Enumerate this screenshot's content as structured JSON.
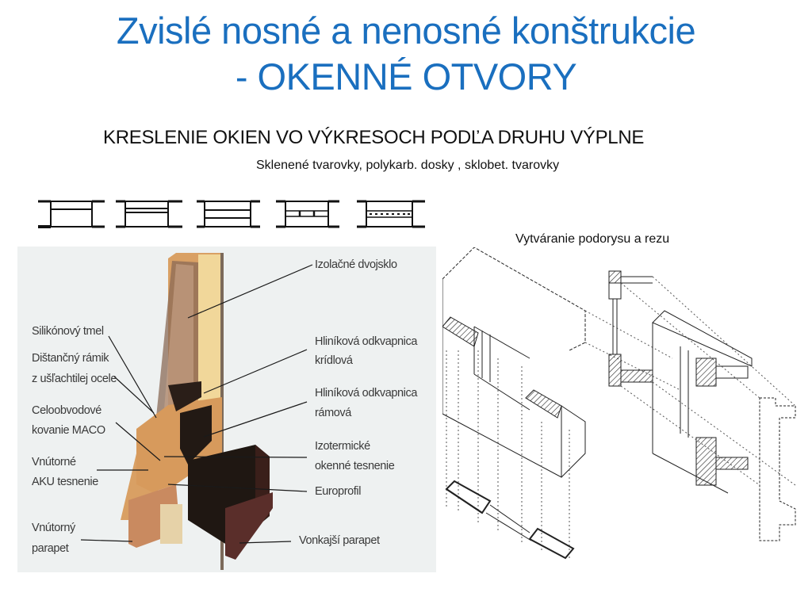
{
  "slide": {
    "title_line1": "Zvislé nosné a nenosné konštrukcie",
    "title_line2": "- OKENNÉ OTVORY",
    "subtitle": "KRESLENIE OKIEN VO VÝKRESOCH PODĽA DRUHU VÝPLNE",
    "fill_note": "Sklenené tvarovky, polykarb. dosky , sklobet. tvarovky",
    "title_color": "#1a6fbf"
  },
  "symbols": [
    {
      "name": "single-glazing-symbol",
      "inner_lines": 1
    },
    {
      "name": "double-glazing-symbol",
      "inner_lines": 2
    },
    {
      "name": "triple-glazing-symbol",
      "inner_lines": 3
    },
    {
      "name": "glass-block-symbol",
      "inner_lines": 0
    },
    {
      "name": "polycarbonate-symbol",
      "inner_lines": 0
    }
  ],
  "window_section_photo": {
    "labels_left": [
      "Silikónový tmel",
      "Dištančný rámik",
      "z ušľachtilej ocele",
      "Celoobvodové",
      "kovanie MACO",
      "Vnútorné",
      "AKU tesnenie",
      "Vnútorný",
      "parapet"
    ],
    "labels_right": [
      "Izolačné dvojsklo",
      "Hliníková odkvapnica",
      "krídlová",
      "Hliníková odkvapnica",
      "rámová",
      "Izotermické",
      "okenné tesnenie",
      "Europrofil",
      "Vonkajší parapet"
    ]
  },
  "diagram": {
    "caption": "Vytváranie podorysu a rezu"
  }
}
